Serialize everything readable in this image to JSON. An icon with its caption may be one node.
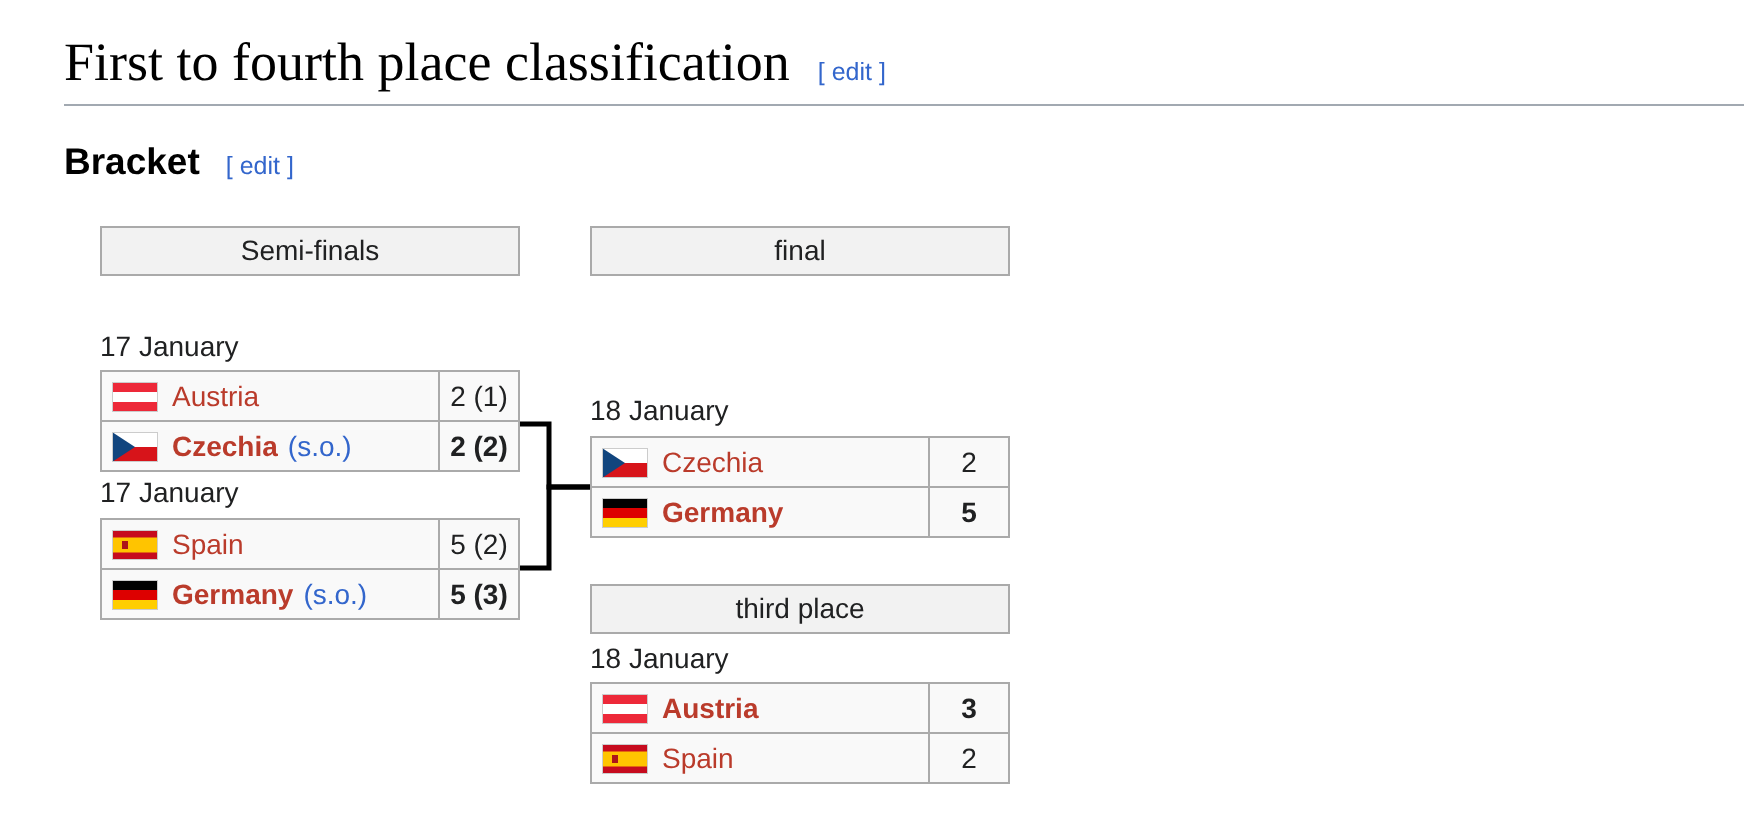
{
  "diagram": {
    "title": "First to fourth place classification",
    "nodes": [
      {
        "text": [
          "Semi-finals"
        ]
      },
      {
        "text": [
          "final"
        ]
      },
      {
        "text": [
          "Austria",
          "2 (1)",
          "Czechia",
          "(s.o.)",
          "2 (2)"
        ],
        "beside": [
          "17 January"
        ]
      },
      {
        "text": [
          "Spain",
          "5 (2)",
          "Germany",
          "(s.o.)",
          "5 (3)"
        ],
        "beside": [
          "17 January"
        ]
      },
      {
        "text": [
          "Czechia",
          "2",
          "Germany",
          "5"
        ],
        "beside": [
          "18 January"
        ]
      },
      {
        "text": [
          "third place"
        ]
      },
      {
        "text": [
          "Austria",
          "3",
          "Spain",
          "2"
        ],
        "beside": [
          "18 January"
        ]
      }
    ],
    "edges": [
      {
        "from": 2,
        "to": 4,
        "arrow": "none"
      },
      {
        "from": 3,
        "to": 4,
        "arrow": "none"
      }
    ],
    "labels": [
      "[ edit ]",
      "Bracket",
      "[ edit ]"
    ]
  }
}
